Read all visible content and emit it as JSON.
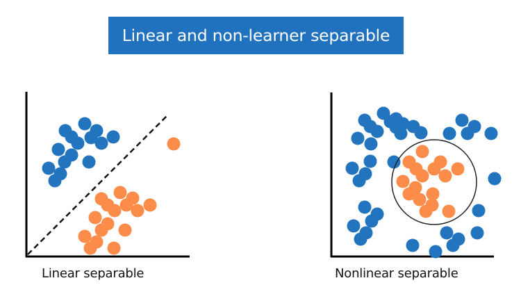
{
  "title": "Linear and non-learner separable",
  "colors": {
    "title_bg": "#2172be",
    "class_a": "#2174bd",
    "class_b": "#fb8c4a",
    "axis": "#000000",
    "boundary": "#222222"
  },
  "panels": [
    {
      "caption": "Linear separable",
      "boundary": "dashed line",
      "blue_points": [
        [
          122,
          178
        ],
        [
          94,
          188
        ],
        [
          103,
          197
        ],
        [
          112,
          206
        ],
        [
          139,
          188
        ],
        [
          131,
          198
        ],
        [
          146,
          206
        ],
        [
          163,
          197
        ],
        [
          84,
          215
        ],
        [
          103,
          223
        ],
        [
          93,
          233
        ],
        [
          128,
          233
        ],
        [
          70,
          242
        ],
        [
          87,
          250
        ],
        [
          79,
          260
        ]
      ],
      "orange_points": [
        [
          173,
          277
        ],
        [
          146,
          286
        ],
        [
          191,
          285
        ],
        [
          155,
          295
        ],
        [
          182,
          295
        ],
        [
          165,
          303
        ],
        [
          198,
          303
        ],
        [
          216,
          295
        ],
        [
          137,
          313
        ],
        [
          155,
          322
        ],
        [
          146,
          331
        ],
        [
          180,
          331
        ],
        [
          122,
          340
        ],
        [
          139,
          348
        ],
        [
          130,
          357
        ],
        [
          164,
          357
        ],
        [
          250,
          207
        ]
      ]
    },
    {
      "caption": "Nonlinear separable",
      "boundary": "circle",
      "blue_points": [
        [
          552,
          163
        ],
        [
          525,
          173
        ],
        [
          533,
          182
        ],
        [
          543,
          189
        ],
        [
          562,
          175
        ],
        [
          570,
          171
        ],
        [
          570,
          183
        ],
        [
          580,
          178
        ],
        [
          577,
          192
        ],
        [
          595,
          182
        ],
        [
          606,
          191
        ],
        [
          515,
          199
        ],
        [
          534,
          207
        ],
        [
          665,
          173
        ],
        [
          683,
          182
        ],
        [
          673,
          192
        ],
        [
          647,
          192
        ],
        [
          707,
          192
        ],
        [
          712,
          257
        ],
        [
          533,
          232
        ],
        [
          567,
          233
        ],
        [
          507,
          242
        ],
        [
          526,
          250
        ],
        [
          517,
          260
        ],
        [
          525,
          298
        ],
        [
          543,
          308
        ],
        [
          535,
          318
        ],
        [
          509,
          325
        ],
        [
          527,
          335
        ],
        [
          519,
          344
        ],
        [
          689,
          303
        ],
        [
          643,
          335
        ],
        [
          687,
          335
        ],
        [
          660,
          344
        ],
        [
          652,
          353
        ],
        [
          594,
          353
        ],
        [
          627,
          362
        ]
      ],
      "orange_points": [
        [
          608,
          218
        ],
        [
          589,
          233
        ],
        [
          634,
          233
        ],
        [
          599,
          243
        ],
        [
          625,
          243
        ],
        [
          659,
          243
        ],
        [
          608,
          253
        ],
        [
          641,
          253
        ],
        [
          580,
          261
        ],
        [
          598,
          270
        ],
        [
          589,
          279
        ],
        [
          623,
          279
        ],
        [
          604,
          287
        ],
        [
          622,
          295
        ],
        [
          613,
          304
        ],
        [
          646,
          304
        ]
      ]
    }
  ]
}
